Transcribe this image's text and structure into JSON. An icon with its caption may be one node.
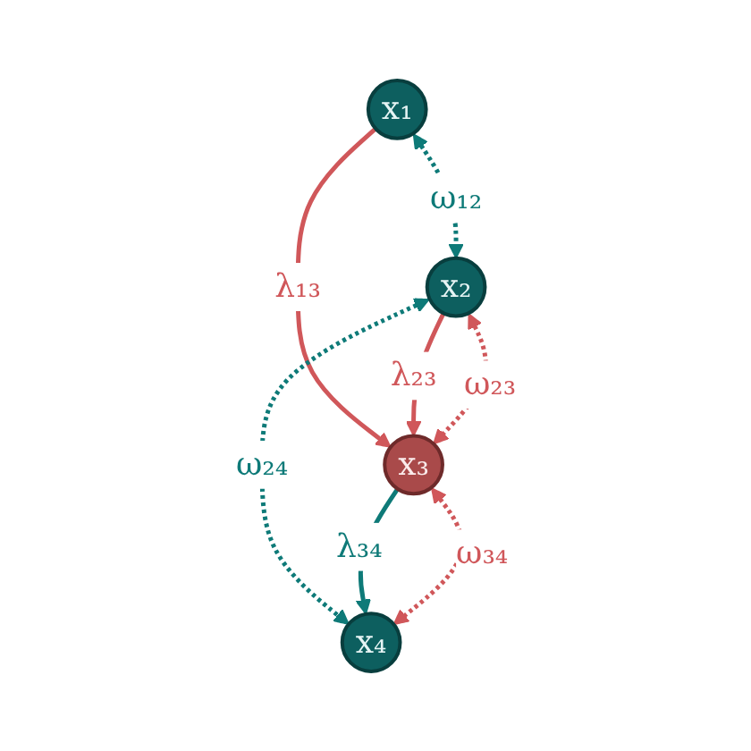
{
  "diagram": {
    "nodes": [
      {
        "text": [
          "x₁"
        ]
      },
      {
        "text": [
          "x₂"
        ]
      },
      {
        "text": [
          "x₃"
        ]
      },
      {
        "text": [
          "x₄"
        ]
      }
    ],
    "edges": [
      {
        "from": 0,
        "to": 1,
        "arrow": "both",
        "label": "ω₁₂",
        "style": "dashed",
        "color": "#0e7a78"
      },
      {
        "from": 0,
        "to": 2,
        "arrow": "to",
        "label": "λ₁₃"
      },
      {
        "from": 1,
        "to": 2,
        "arrow": "to",
        "label": "λ₂₃"
      },
      {
        "from": 1,
        "to": 2,
        "arrow": "both",
        "label": "ω₂₃",
        "style": "dashed"
      },
      {
        "from": 1,
        "to": 3,
        "arrow": "both",
        "label": "ω₂₄",
        "style": "dashed",
        "color": "#0e7a78"
      },
      {
        "from": 2,
        "to": 3,
        "arrow": "to",
        "label": "λ₃₄",
        "color": "#0e7a78"
      },
      {
        "from": 2,
        "to": 3,
        "arrow": "both",
        "label": "ω₃₄",
        "style": "dashed"
      }
    ]
  }
}
